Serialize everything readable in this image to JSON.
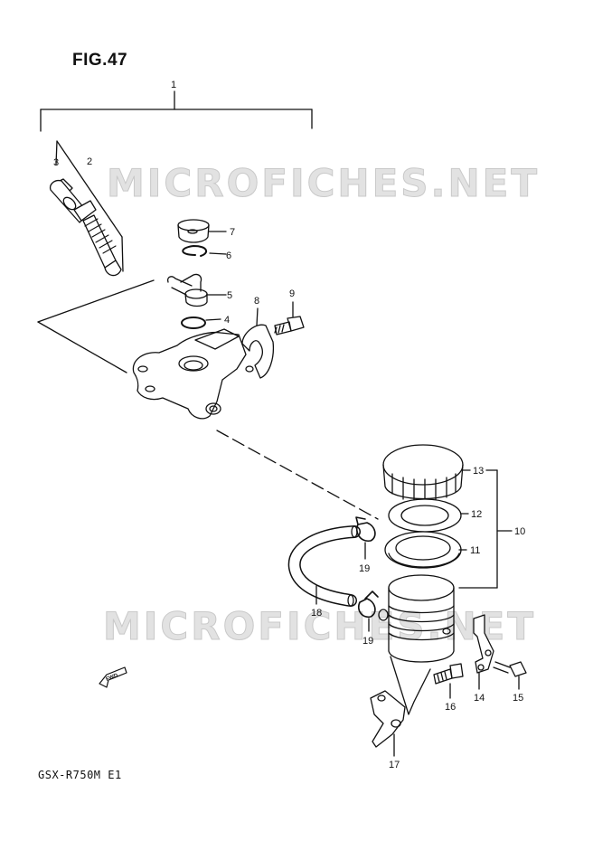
{
  "figure": {
    "title": "FIG.47",
    "model": "GSX-R750M E1"
  },
  "watermark": {
    "top": "MICROFICHES.NET",
    "bottom": "MICROFICHES.NET"
  },
  "fwd_label": "FWD",
  "callouts": {
    "c1": "1",
    "c2": "2",
    "c3": "3",
    "c4": "4",
    "c5": "5",
    "c6": "6",
    "c7": "7",
    "c8": "8",
    "c9": "9",
    "c10": "10",
    "c11": "11",
    "c12": "12",
    "c13": "13",
    "c14": "14",
    "c15": "15",
    "c16": "16",
    "c17": "17",
    "c18": "18",
    "c19a": "19",
    "c19b": "19"
  }
}
